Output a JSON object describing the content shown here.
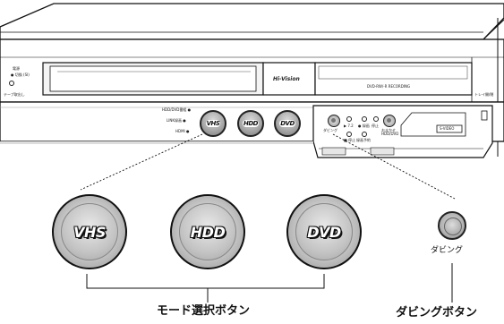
{
  "device": {
    "logo": "Hi-Vision",
    "drive_label": "DVD-RW/-R RECORDING",
    "power_label": "電源",
    "power_sub": "● 切換 (SI)",
    "eject_tape_label": "テープ取出し",
    "eject_disc_label": "トレイ開/閉",
    "indicator_hdd_dvd": "HDD/DVD番組 ●",
    "indicator_link": "LINK録画 ●",
    "indicator_hdmi": "HDMI ●",
    "panel_dubbing": "ダビング",
    "panel_ctrl_1": "▶ 7.2",
    "panel_ctrl_2": "● 録画",
    "panel_ctrl_3": "停止",
    "panel_ctrl_4": "■ 停止",
    "panel_ctrl_5": "録画予約",
    "panel_ctrl_6": "おまかせ\nHDD/DVD",
    "panel_tag": "S-VIDEO"
  },
  "mode_buttons": [
    {
      "label": "VHS"
    },
    {
      "label": "HDD"
    },
    {
      "label": "DVD"
    }
  ],
  "small_buttons": [
    {
      "label": "VHS"
    },
    {
      "label": "HDD"
    },
    {
      "label": "DVD"
    }
  ],
  "dubbing_button_label": "ダビング",
  "mode_select_caption": "モード選択ボタン",
  "dubbing_caption": "ダビングボタン"
}
